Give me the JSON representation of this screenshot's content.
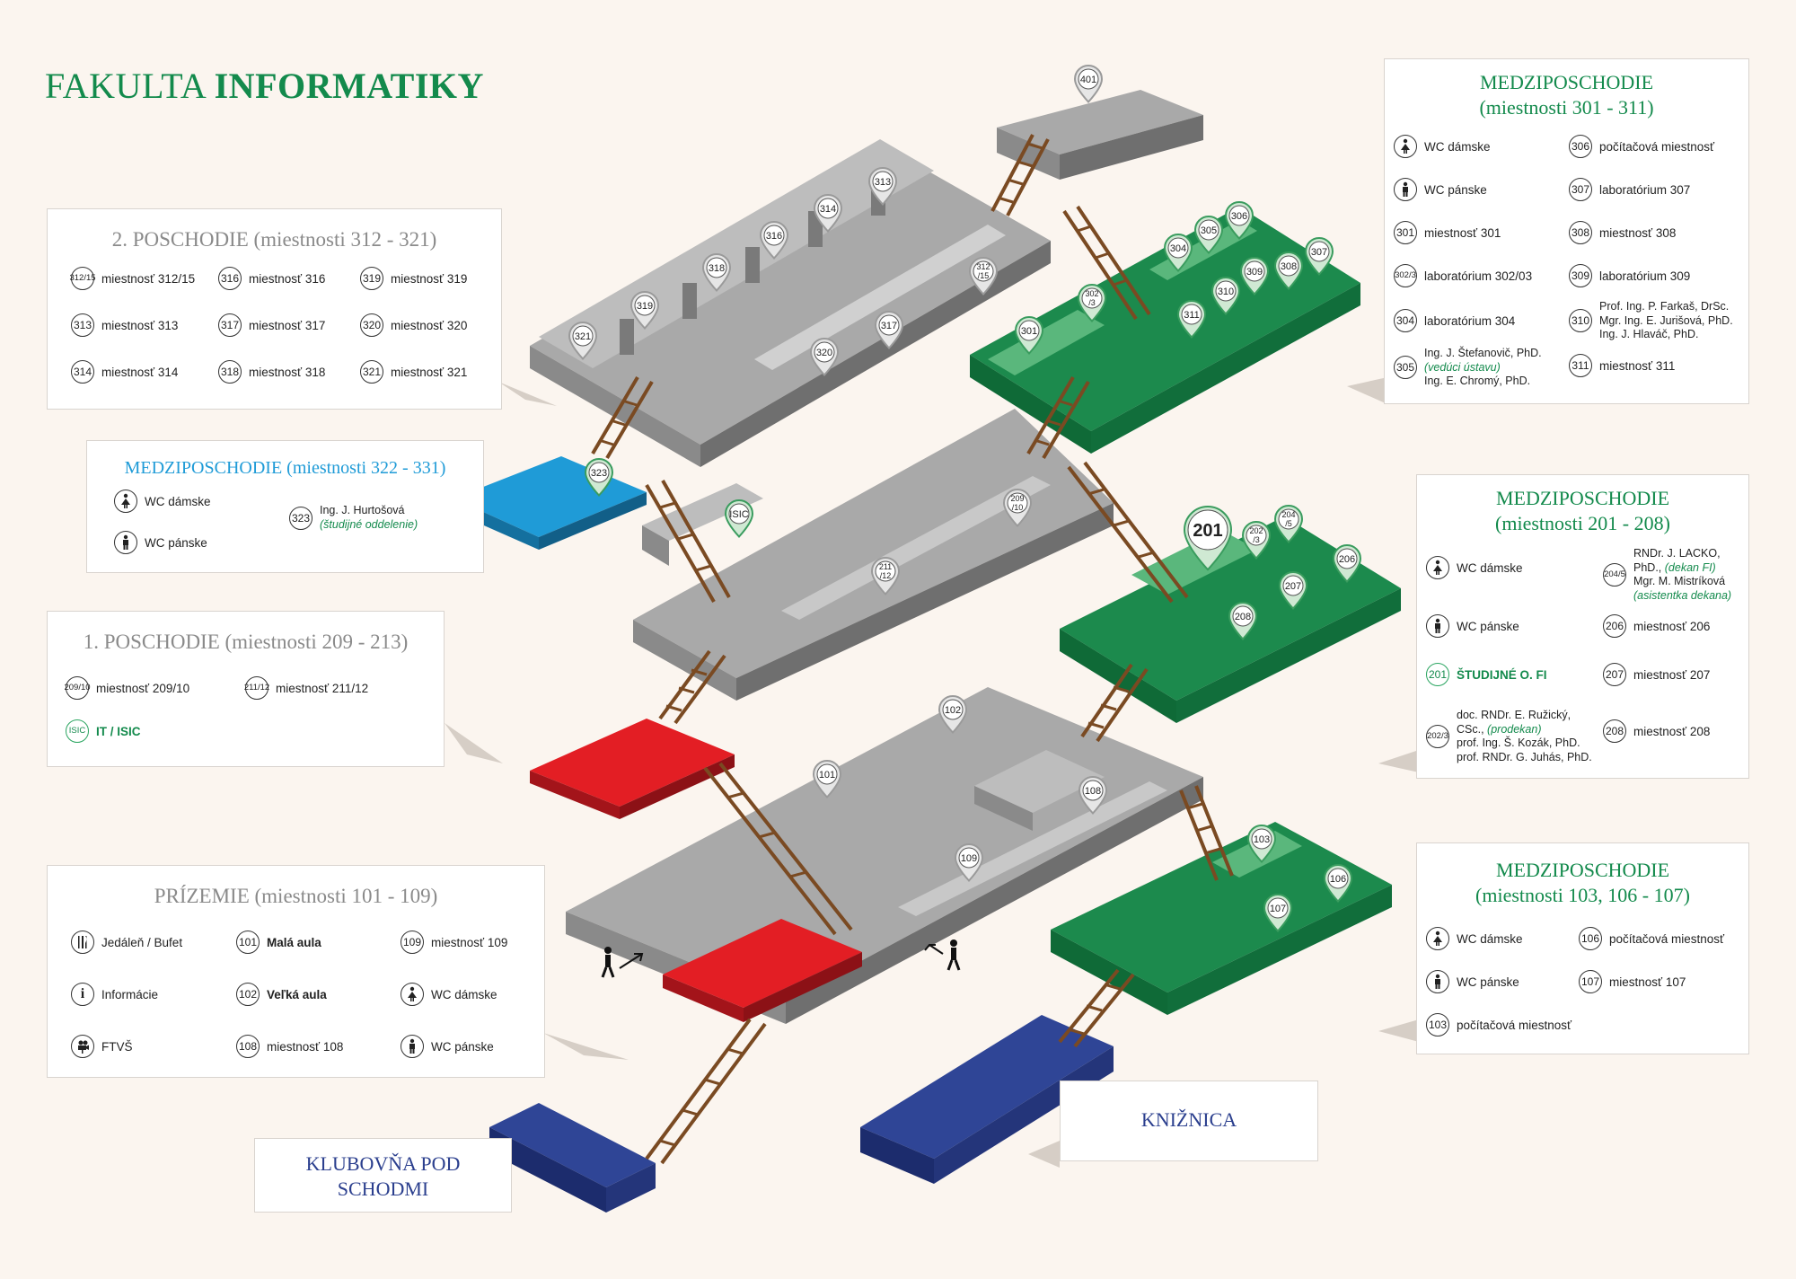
{
  "title": {
    "part1": "FAKULTA",
    "part2": "INFORMATIKY"
  },
  "floor2": {
    "title": "2. POSCHODIE (miestnosti 312 - 321)",
    "items": [
      {
        "badge": "312/15",
        "label": "miestnosť 312/15"
      },
      {
        "badge": "316",
        "label": "miestnosť 316"
      },
      {
        "badge": "319",
        "label": "miestnosť 319"
      },
      {
        "badge": "313",
        "label": "miestnosť 313"
      },
      {
        "badge": "317",
        "label": "miestnosť 317"
      },
      {
        "badge": "320",
        "label": "miestnosť 320"
      },
      {
        "badge": "314",
        "label": "miestnosť 314"
      },
      {
        "badge": "318",
        "label": "miestnosť 318"
      },
      {
        "badge": "321",
        "label": "miestnosť 321"
      }
    ]
  },
  "mezz322": {
    "title": "MEDZIPOSCHODIE (miestnosti 322 - 331)",
    "wc_women": "WC dámske",
    "wc_men": "WC pánske",
    "badge": "323",
    "person": "Ing. J. Hurtošová",
    "note": "(študijné oddelenie)"
  },
  "floor1": {
    "title": "1. POSCHODIE (miestnosti 209 - 213)",
    "items": [
      {
        "badge": "209/10",
        "label": "miestnosť 209/10"
      },
      {
        "badge": "211/12",
        "label": "miestnosť 211/12"
      }
    ],
    "isic_badge": "ISIC",
    "isic_label": "IT / ISIC"
  },
  "ground": {
    "title": "PRÍZEMIE  (miestnosti 101 - 109)",
    "items": {
      "canteen": "Jedáleň / Bufet",
      "info": "Informácie",
      "ftvs": "FTVŠ",
      "b101": "101",
      "l101": "Malá aula",
      "b102": "102",
      "l102": "Veľká aula",
      "b108": "108",
      "l108": "miestnosť 108",
      "b109": "109",
      "l109": "miestnosť 109",
      "wc_women": "WC dámske",
      "wc_men": "WC pánske"
    }
  },
  "mezz301": {
    "title1": "MEDZIPOSCHODIE",
    "title2": "(miestnosti 301 - 311)",
    "wc_women": "WC dámske",
    "wc_men": "WC pánske",
    "b301": "301",
    "l301": "miestnosť 301",
    "b302": "302/3",
    "l302": "laboratórium 302/03",
    "b304": "304",
    "l304": "laboratórium 304",
    "b305": "305",
    "l305a": "Ing. J. Štefanovič, PhD.",
    "l305b": "(vedúci ústavu)",
    "l305c": "Ing. E. Chromý, PhD.",
    "b306": "306",
    "l306": "počítačová miestnosť",
    "b307": "307",
    "l307": "laboratórium 307",
    "b308": "308",
    "l308": "miestnosť 308",
    "b309": "309",
    "l309": "laboratórium 309",
    "b310": "310",
    "l310a": "Prof. Ing. P. Farkaš, DrSc.",
    "l310b": "Mgr. Ing. E. Jurišová, PhD.",
    "l310c": "Ing. J. Hlaváč, PhD.",
    "b311": "311",
    "l311": "miestnosť 311"
  },
  "mezz201": {
    "title1": "MEDZIPOSCHODIE",
    "title2": "(miestnosti 201 - 208)",
    "wc_women": "WC dámske",
    "wc_men": "WC pánske",
    "b201": "201",
    "l201": "ŠTUDIJNÉ O. FI",
    "b202": "202/3",
    "l202a": "doc. RNDr. E. Ružický,",
    "l202b": "CSc., ",
    "l202c": "(prodekan)",
    "l202d": "prof. Ing. Š. Kozák, PhD.",
    "l202e": "prof. RNDr. G. Juhás, PhD.",
    "b204": "204/5",
    "l204a": "RNDr. J. LACKO,",
    "l204b": "PhD., ",
    "l204c": "(dekan FI)",
    "l204d": "Mgr. M. Mistríková",
    "l204e": "(asistentka dekana)",
    "b206": "206",
    "l206": "miestnosť 206",
    "b207": "207",
    "l207": "miestnosť 207",
    "b208": "208",
    "l208": "miestnosť 208"
  },
  "mezz103": {
    "title1": "MEDZIPOSCHODIE",
    "title2": "(miestnosti 103, 106 - 107)",
    "wc_women": "WC dámske",
    "wc_men": "WC pánske",
    "b103": "103",
    "l103": "počítačová miestnosť",
    "b106": "106",
    "l106": "počítačová miestnosť",
    "b107": "107",
    "l107": "miestnosť 107"
  },
  "club": {
    "line1": "KLUBOVŇA POD",
    "line2": "SCHODMI"
  },
  "library": {
    "label": "KNIŽNICA"
  },
  "map_pins": {
    "gray": [
      "401",
      "313",
      "314",
      "316",
      "318",
      "319",
      "321",
      "312/15",
      "317",
      "320",
      "209/10",
      "211/12",
      "102",
      "101",
      "108",
      "109"
    ],
    "green": [
      "301",
      "302/3",
      "304",
      "305",
      "306",
      "307",
      "308",
      "309",
      "310",
      "311",
      "323",
      "ISIC",
      "201",
      "202/3",
      "204/5",
      "206",
      "207",
      "208",
      "103",
      "106",
      "107"
    ]
  },
  "colors": {
    "gray_top": "#a9a9a9",
    "gray_side": "#6f6f6f",
    "gray_front": "#8a8a8a",
    "green_top": "#1c8a4d",
    "green_dark": "#0f6a37",
    "green_light": "#5ab77c",
    "red_top": "#e31e24",
    "red_side": "#a3141a",
    "blue_top": "#1f9bd7",
    "blue_side": "#14709f",
    "navy_top": "#2f4596",
    "navy_side": "#1c2c6d",
    "title_green": "#138a4c",
    "pin_green": "#cfe9d3",
    "pin_red": "#f7b3bd"
  }
}
